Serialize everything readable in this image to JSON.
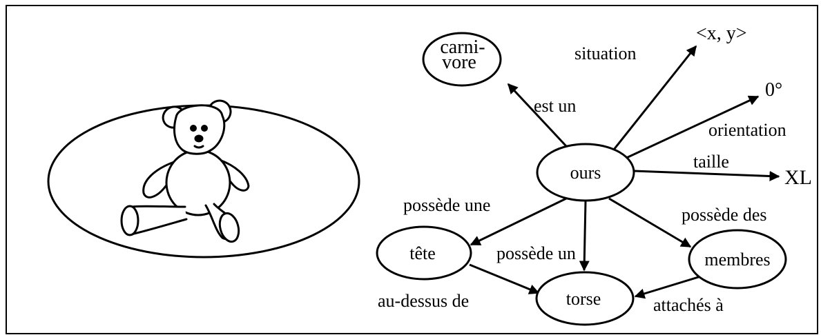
{
  "nodes": {
    "carnivore_line1": "carni-",
    "carnivore_line2": "vore",
    "ours": "ours",
    "tete": "tête",
    "torse": "torse",
    "membres": "membres",
    "xy": "<x, y>",
    "angle": "0°",
    "size": "XL"
  },
  "edges": {
    "est_un": "est un",
    "situation": "situation",
    "orientation": "orientation",
    "taille": "taille",
    "possede_une": "possède une",
    "possede_un": "possède un",
    "possede_des": "possède des",
    "au_dessus_de": "au-dessus de",
    "attaches_a": "attachés à"
  }
}
